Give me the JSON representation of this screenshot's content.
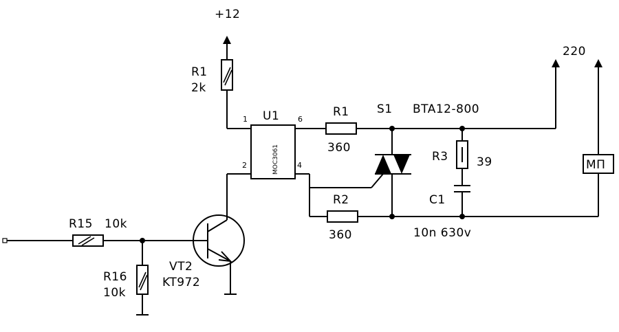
{
  "supply": {
    "v12": "+12",
    "v220": "220"
  },
  "r1_top": {
    "name": "R1",
    "value": "2k"
  },
  "u1": {
    "name": "U1",
    "part": "MOC3061",
    "pins": {
      "p1": "1",
      "p2": "2",
      "p4": "4",
      "p6": "6"
    }
  },
  "r1_gate": {
    "name": "R1",
    "value": "360"
  },
  "r2": {
    "name": "R2",
    "value": "360"
  },
  "triac": {
    "name": "S1",
    "part": "BTA12-800"
  },
  "r3": {
    "name": "R3",
    "value": "39"
  },
  "c1": {
    "name": "C1",
    "value": "10n 630v"
  },
  "load": {
    "label": "МП"
  },
  "r15": {
    "name": "R15",
    "value": "10k"
  },
  "r16": {
    "name": "R16",
    "value": "10k"
  },
  "vt2": {
    "name": "VT2",
    "part": "KT972"
  }
}
